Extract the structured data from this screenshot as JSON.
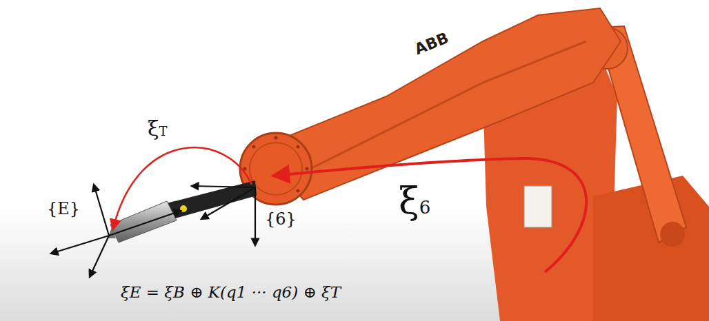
{
  "diagram": {
    "labels": [
      "ABB",
      "ξT",
      "{E}",
      "{6}",
      "ξ6",
      "ξE = ξB ⊕ K(q1 ··· q6) ⊕ ξT"
    ]
  }
}
